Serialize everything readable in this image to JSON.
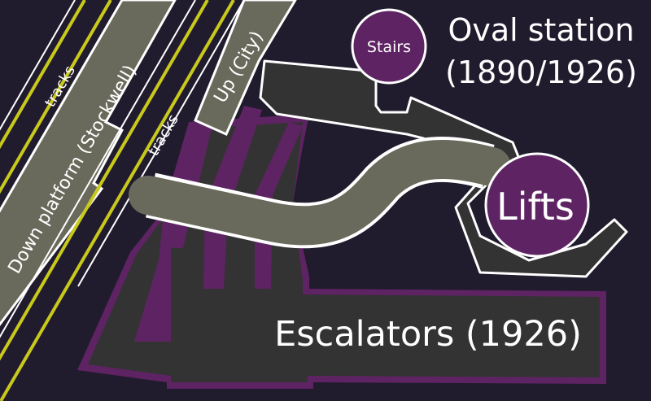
{
  "title": {
    "line1": "Oval station",
    "line2": "(1890/1926)"
  },
  "labels": {
    "stairs": "Stairs",
    "lifts": "Lifts",
    "escalators": "Escalators (1926)",
    "tracks_left": "tracks",
    "tracks_right": "tracks",
    "down_platform": "Down platform (Stockwell)",
    "up_platform": "Up (City)"
  },
  "colors": {
    "background": "#201c2e",
    "passage": "#333333",
    "platform": "#6a6a5c",
    "purple": "#5e2363",
    "track_yellow": "#c9c91c",
    "outline": "#ffffff"
  }
}
